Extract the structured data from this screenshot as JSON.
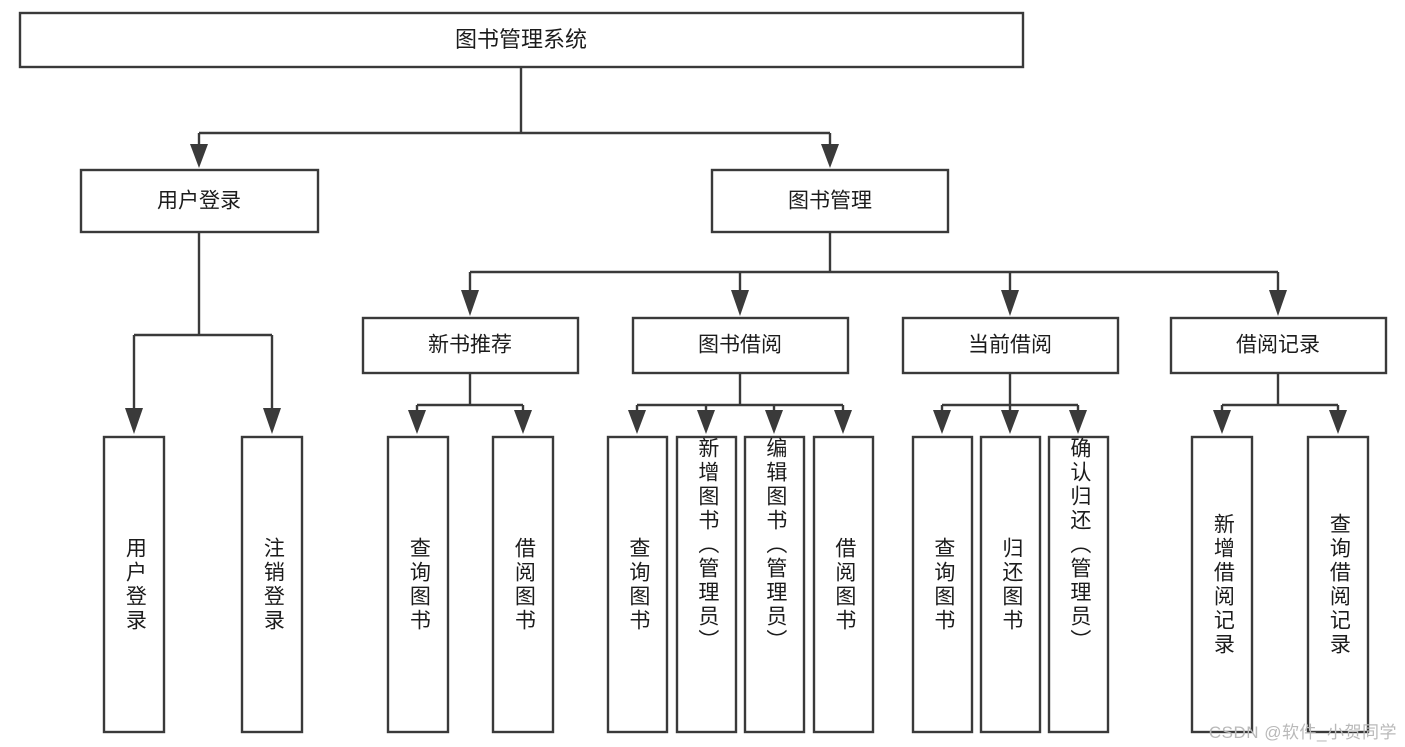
{
  "diagram": {
    "type": "hierarchy-tree",
    "title": "图书管理系统",
    "watermark": "CSDN @软件_小贺同学",
    "colors": {
      "stroke": "#3a3a3a",
      "fill": "#ffffff",
      "text": "#1c1c1c",
      "watermark": "#b9b9b9"
    },
    "root": {
      "label": "图书管理系统"
    },
    "level2": [
      {
        "label": "用户登录"
      },
      {
        "label": "图书管理"
      }
    ],
    "level3": [
      {
        "label": "新书推荐"
      },
      {
        "label": "图书借阅"
      },
      {
        "label": "当前借阅"
      },
      {
        "label": "借阅记录"
      }
    ],
    "leaves": {
      "user_login": [
        {
          "label": "用户登录"
        },
        {
          "label": "注销登录"
        }
      ],
      "new_book": [
        {
          "label": "查询图书"
        },
        {
          "label": "借阅图书"
        }
      ],
      "borrow_book": [
        {
          "label": "查询图书"
        },
        {
          "label": "新增图书（管理员）"
        },
        {
          "label": "编辑图书（管理员）"
        },
        {
          "label": "借阅图书"
        }
      ],
      "current_borrow": [
        {
          "label": "查询图书"
        },
        {
          "label": "归还图书"
        },
        {
          "label": "确认归还（管理员）"
        }
      ],
      "borrow_record": [
        {
          "label": "新增借阅记录"
        },
        {
          "label": "查询借阅记录"
        }
      ]
    }
  }
}
